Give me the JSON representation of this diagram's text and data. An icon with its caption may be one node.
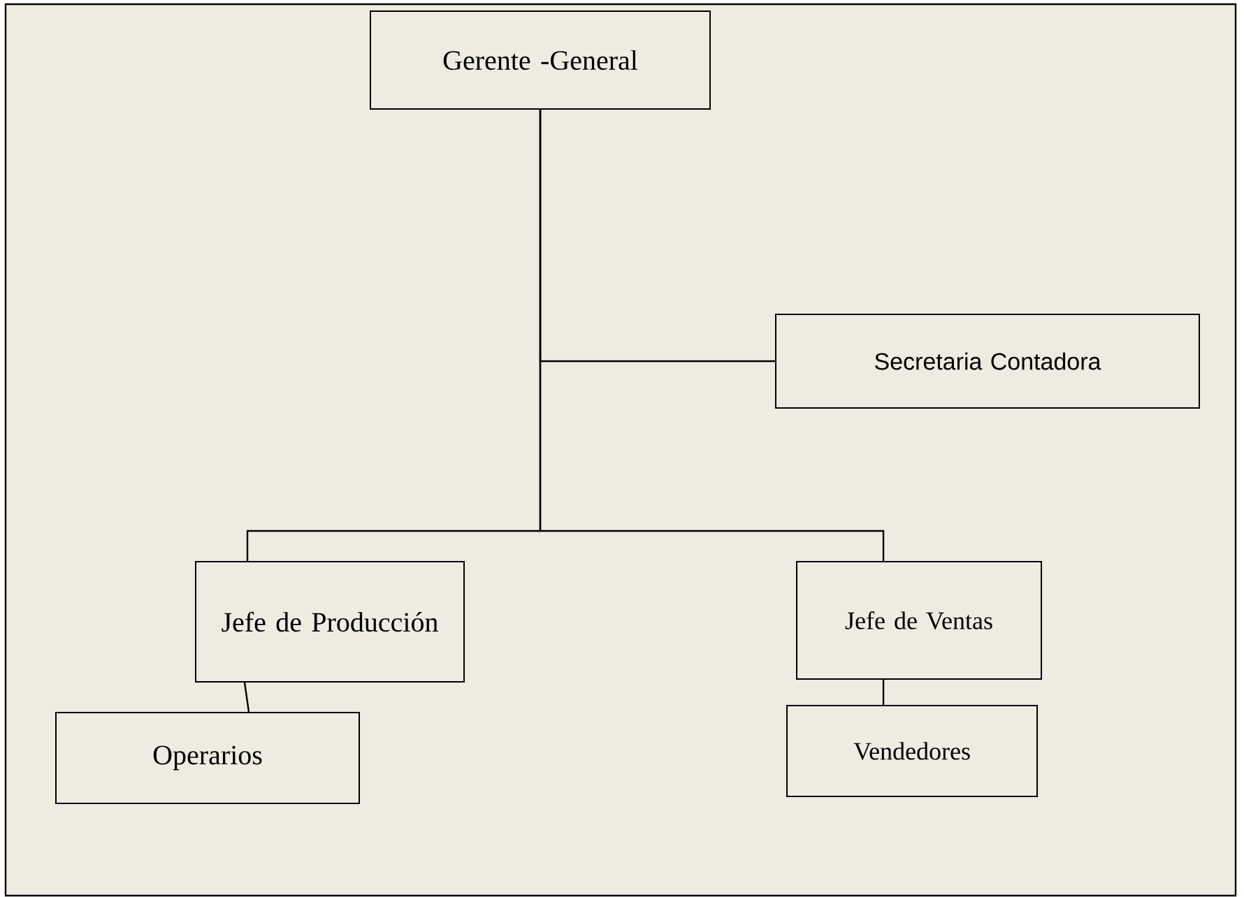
{
  "diagram": {
    "nodes": [
      {
        "text": [
          "Gerente -General"
        ]
      },
      {
        "text": [
          "Secretaria Contadora"
        ]
      },
      {
        "text": [
          "Jefe de Producción"
        ]
      },
      {
        "text": [
          "Jefe de Ventas"
        ]
      },
      {
        "text": [
          "Operarios"
        ]
      },
      {
        "text": [
          "Vendedores"
        ]
      }
    ],
    "edges": [
      {
        "from": 0,
        "to": 1,
        "arrow": "none"
      },
      {
        "from": 0,
        "to": 2,
        "arrow": "none"
      },
      {
        "from": 0,
        "to": 3,
        "arrow": "none"
      },
      {
        "from": 2,
        "to": 4,
        "arrow": "none"
      },
      {
        "from": 3,
        "to": 5,
        "arrow": "none"
      }
    ]
  }
}
